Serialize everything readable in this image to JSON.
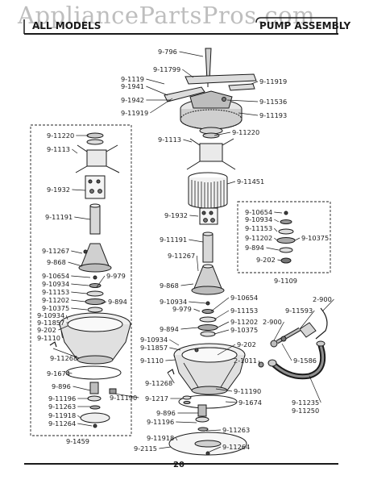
{
  "watermark": "AppliancePartsPros.com",
  "header": {
    "left_title": "ALL MODELS",
    "right_title": "PUMP ASSEMBLY"
  },
  "page_number": "20",
  "labels": [
    "9-796",
    "9-11799",
    "9-1119",
    "9-1941",
    "9-11919",
    "9-1942",
    "9-11536",
    "9-11919",
    "9-11193",
    "9-11220",
    "9-1113",
    "9-11451",
    "9-1932",
    "9-11191",
    "9-11267",
    "9-868",
    "9-10934",
    "9-10654",
    "9-979",
    "9-11153",
    "9-894",
    "9-11202",
    "9-10375",
    "9-10934",
    "9-11857",
    "9-202",
    "9-1110",
    "9-11268",
    "9-11190",
    "9-1217",
    "9-1674",
    "9-896",
    "9-11196",
    "9-11263",
    "9-11918",
    "9-2115",
    "9-11264",
    "9-11220",
    "9-1113",
    "9-1932",
    "9-11191",
    "9-11267",
    "9-868",
    "9-979",
    "9-10654",
    "9-10934",
    "9-11153",
    "9-11202",
    "9-894",
    "9-10375",
    "9-10934",
    "9-11857",
    "9-202",
    "9-1110",
    "9-11268",
    "9-1674",
    "9-896",
    "9-11190",
    "9-11196",
    "9-11263",
    "9-11918",
    "9-11264",
    "9-1459",
    "9-10654",
    "9-10934",
    "9-11153",
    "9-11202",
    "9-10375",
    "9-894",
    "9-202",
    "9-1109",
    "2-900",
    "9-11593",
    "2-900",
    "2-1011",
    "9-1586",
    "9-11235",
    "9-11250"
  ]
}
